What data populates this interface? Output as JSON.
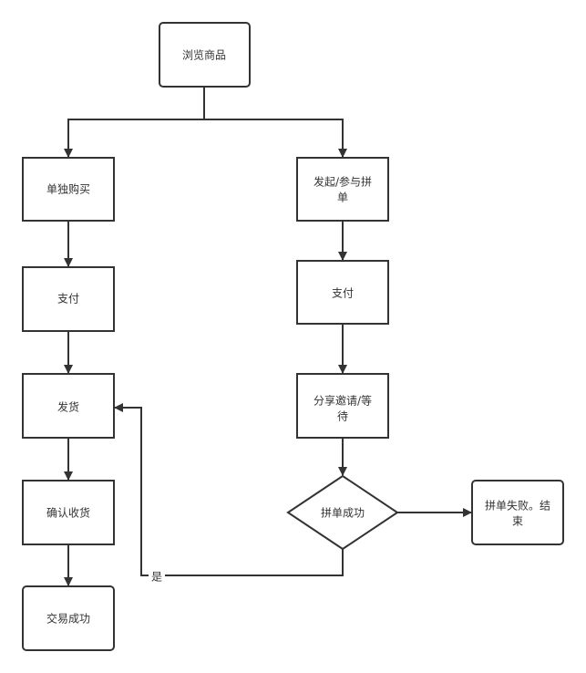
{
  "nodes": {
    "browse": "浏览商品",
    "buy_alone": "单独购买",
    "pay_left": "支付",
    "ship": "发货",
    "confirm": "确认收货",
    "done": "交易成功",
    "group_line1": "发起/参与拼",
    "group_line2": "单",
    "pay_right": "支付",
    "share_line1": "分享邀请/等",
    "share_line2": "待",
    "decision": "拼单成功",
    "fail_line1": "拼单失败。结",
    "fail_line2": "束"
  },
  "edges": {
    "yes_label": "是"
  }
}
